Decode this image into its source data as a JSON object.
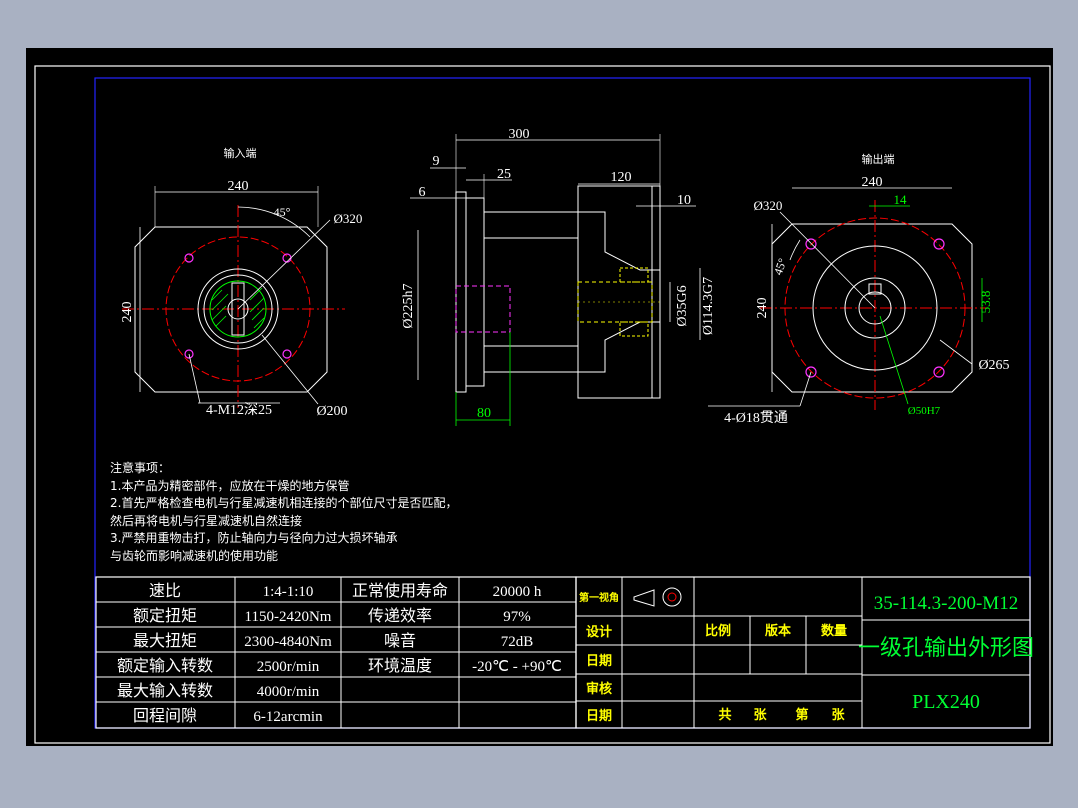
{
  "views": {
    "input_end": {
      "title": "输入端",
      "dim_width": "240",
      "dim_height": "240",
      "dim_angle": "45°",
      "dim_pcd": "Ø320",
      "dim_holes": "4-M12深25",
      "dim_spigot": "Ø200"
    },
    "side": {
      "dim_total": "300",
      "dim_9": "9",
      "dim_25": "25",
      "dim_6": "6",
      "dim_120": "120",
      "dim_10": "10",
      "dim_pilot": "Ø225h7",
      "dim_shaft": "Ø35G6",
      "dim_bore": "Ø114.3G7",
      "dim_80": "80"
    },
    "output_end": {
      "title": "输出端",
      "dim_width": "240",
      "dim_key": "14",
      "dim_pcd": "Ø320",
      "dim_angle": "45°",
      "dim_height": "240",
      "dim_keyheight": "53.8",
      "dim_outer": "Ø265",
      "dim_shaft": "Ø50H7",
      "dim_holes": "4-Ø18贯通"
    }
  },
  "notes": {
    "heading": "注意事项：",
    "line1": "1.本产品为精密部件，应放在干燥的地方保管",
    "line2": "2.首先严格检查电机与行星减速机相连接的个部位尺寸是否匹配，",
    "line3": "然后再将电机与行星减速机自然连接",
    "line4": "3.严禁用重物击打，防止轴向力与径向力过大损坏轴承",
    "line5": "与齿轮而影响减速机的使用功能"
  },
  "spec_table": {
    "rows": [
      {
        "label": "速比",
        "value": "1:4-1:10",
        "label2": "正常使用寿命",
        "value2": "20000 h"
      },
      {
        "label": "额定扭矩",
        "value": "1150-2420Nm",
        "label2": "传递效率",
        "value2": "97%"
      },
      {
        "label": "最大扭矩",
        "value": "2300-4840Nm",
        "label2": "噪音",
        "value2": "72dB"
      },
      {
        "label": "额定输入转数",
        "value": "2500r/min",
        "label2": "环境温度",
        "value2": "-20℃ - +90℃"
      },
      {
        "label": "最大输入转数",
        "value": "4000r/min",
        "label2": "",
        "value2": ""
      },
      {
        "label": "回程间隙",
        "value": "6-12arcmin",
        "label2": "",
        "value2": ""
      }
    ]
  },
  "title_block": {
    "first_view": "第一视角",
    "design": "设计",
    "date1": "日期",
    "review": "审核",
    "date2": "日期",
    "scale": "比例",
    "version": "版本",
    "quantity": "数量",
    "sheets": "共",
    "sheet_unit1": "张",
    "sheet_no": "第",
    "sheet_unit2": "张",
    "drawing_no": "35-114.3-200-M12",
    "drawing_title": "一级孔输出外形图",
    "model": "PLX240"
  },
  "colors": {
    "background": "#000000",
    "frame": "#ffffff",
    "border_blue": "#2323ff",
    "centerline_red": "#ff0000",
    "dimension_green": "#00ff00",
    "hole_magenta": "#ff33ff",
    "text_yellow": "#ffff00",
    "title_green": "#00ff33"
  }
}
